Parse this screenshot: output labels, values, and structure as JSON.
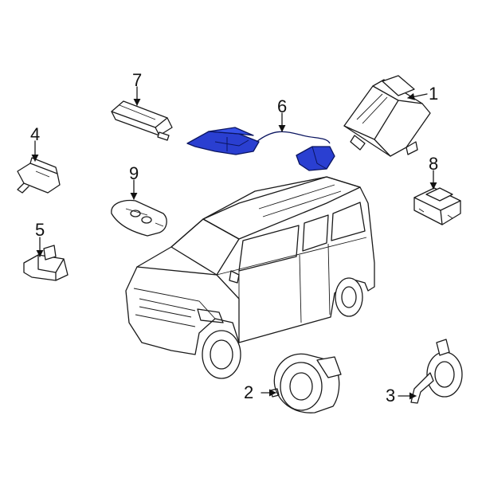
{
  "diagram": {
    "highlight_color": "#2a3fd1",
    "callouts": [
      {
        "id": "1",
        "label": "1",
        "part": "control-module"
      },
      {
        "id": "2",
        "label": "2",
        "part": "siren"
      },
      {
        "id": "3",
        "label": "3",
        "part": "horn"
      },
      {
        "id": "4",
        "label": "4",
        "part": "sensor"
      },
      {
        "id": "5",
        "label": "5",
        "part": "bracket"
      },
      {
        "id": "6",
        "label": "6",
        "part": "antenna-module"
      },
      {
        "id": "7",
        "label": "7",
        "part": "antenna-bar"
      },
      {
        "id": "8",
        "label": "8",
        "part": "receiver-module"
      },
      {
        "id": "9",
        "label": "9",
        "part": "key-fob"
      }
    ]
  }
}
